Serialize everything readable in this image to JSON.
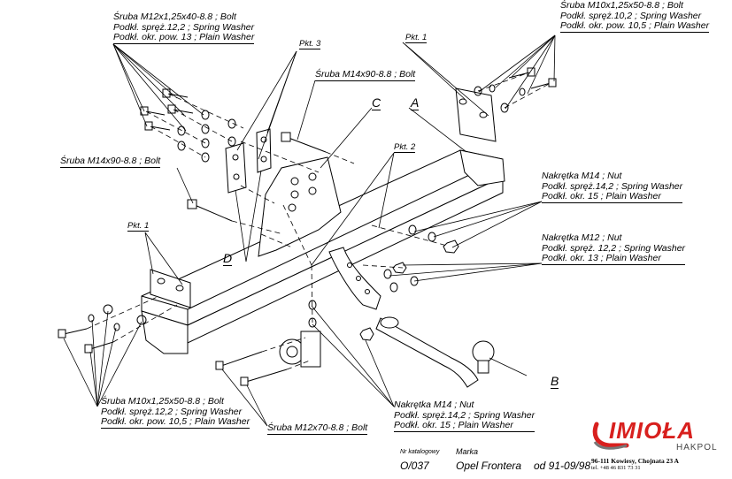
{
  "labels": {
    "bolt_m12": [
      "Śruba M12x1,25x40-8.8 ;  Bolt",
      "Podkł. spręż.12,2 ; Spring Washer",
      "Podkł. okr. pow. 13 ; Plain Washer"
    ],
    "bolt_m10_top": [
      "Śruba M10x1,25x50-8.8 ;  Bolt",
      "Podkł. spręż.10,2 ; Spring Washer",
      "Podkł. okr. pow. 10,5 ; Plain Washer"
    ],
    "bolt_m14_a": "Śruba M14x90-8.8 ;  Bolt",
    "bolt_m14_b": "Śruba M14x90-8.8 ;  Bolt",
    "nut_m14_right": [
      "Nakrętka  M14 ; Nut",
      "Podkł. spręż.14,2 ; Spring Washer",
      "Podkł. okr. 15 ; Plain Washer"
    ],
    "nut_m12_right": [
      "Nakrętka  M12 ; Nut",
      "Podkł. spręż. 12,2 ; Spring Washer",
      "Podkł. okr. 13 ; Plain Washer"
    ],
    "bolt_m10_bottom": [
      "Śruba M10x1,25x50-8.8 ;  Bolt",
      "Podkł. spręż.12,2 ; Spring Washer",
      "Podkł. okr. pow. 10,5 ; Plain Washer"
    ],
    "bolt_m12x70": "Śruba M12x70-8.8 ;  Bolt",
    "nut_m14_bottom": [
      "Nakrętka  M14 ; Nut",
      "Podkł. spręż.14,2 ; Spring Washer",
      "Podkł. okr. 15 ; Plain Washer"
    ]
  },
  "tags": {
    "pkt3": "Pkt. 3",
    "pkt1_top": "Pkt. 1",
    "pkt2": "Pkt. 2",
    "pkt1_left": "Pkt. 1"
  },
  "letters": {
    "A": "A",
    "B": "B",
    "C": "C",
    "D": "D"
  },
  "footer": {
    "catalog_caption": "Nr katalogowy",
    "catalog_value": "O/037",
    "brand_caption": "Marka",
    "brand_value": "Opel Frontera",
    "years": "od 91-09/98"
  },
  "logo": {
    "text": "IMIOŁA",
    "subtext": "HAKPOL",
    "color": "#d8201e"
  },
  "address": {
    "line1": "96-111 Kowiesy, Chojnata 23 A",
    "line2": "tel. +48 46 831 73 31"
  }
}
